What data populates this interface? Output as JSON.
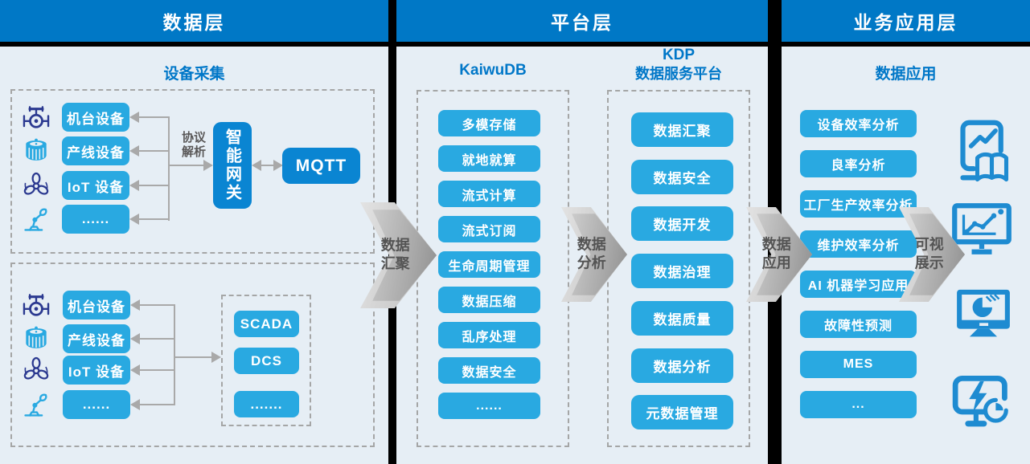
{
  "layers": {
    "data": "数据层",
    "platform": "平台层",
    "application": "业务应用层"
  },
  "data_layer": {
    "title": "设备采集",
    "group_top": {
      "devices": [
        "机台设备",
        "产线设备",
        "IoT 设备",
        "......"
      ],
      "protocol_line1": "协议",
      "protocol_line2": "解析",
      "gateway_label": "智能网关",
      "mqtt_label": "MQTT"
    },
    "group_bottom": {
      "devices": [
        "机台设备",
        "产线设备",
        "IoT 设备",
        "......"
      ],
      "systems": [
        "SCADA",
        "DCS",
        "......."
      ]
    }
  },
  "platform_layer": {
    "kaiwudb": {
      "title": "KaiwuDB",
      "items": [
        "多模存储",
        "就地就算",
        "流式计算",
        "流式订阅",
        "生命周期管理",
        "数据压缩",
        "乱序处理",
        "数据安全",
        "......"
      ]
    },
    "kdp": {
      "title_line1": "KDP",
      "title_line2": "数据服务平台",
      "items": [
        "数据汇聚",
        "数据安全",
        "数据开发",
        "数据治理",
        "数据质量",
        "数据分析",
        "元数据管理"
      ]
    }
  },
  "application_layer": {
    "title": "数据应用",
    "items": [
      "设备效率分析",
      "良率分析",
      "工厂生产效率分析",
      "维护效率分析",
      "AI 机器学习应用",
      "故障性预测",
      "MES",
      "..."
    ]
  },
  "flow_labels": {
    "aggregate": {
      "line1": "数据",
      "line2": "汇聚"
    },
    "analyze": {
      "line1": "数据",
      "line2": "分析"
    },
    "apply": {
      "line1": "数据",
      "line2": "应用"
    },
    "visualize": {
      "line1": "可视",
      "line2": "展示"
    }
  },
  "colors": {
    "header_blue": "#0078C6",
    "node_cyan": "#29A9E1",
    "node_deep_blue": "#0A85D2",
    "panel_bg": "#E6EEF5",
    "title_blue": "#0077C8",
    "connector_gray": "#A9A9A9",
    "flow_label_gray": "#545454",
    "icon_navy": "#2B3990",
    "icon_blue": "#1E8BD1"
  }
}
